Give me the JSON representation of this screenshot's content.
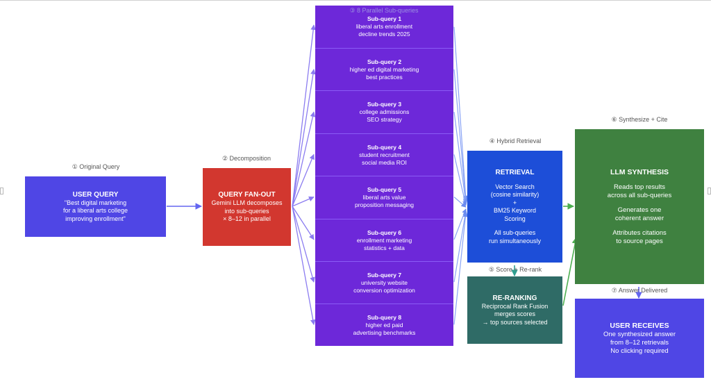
{
  "steps": {
    "s1": "① Original Query",
    "s2": "② Decomposition",
    "s3": "③ 8 Parallel Sub-queries",
    "s4": "④ Hybrid Retrieval",
    "s5": "⑤ Score + Re-rank",
    "s6": "⑥ Synthesize + Cite",
    "s7": "⑦ Answer Delivered"
  },
  "user_query": {
    "title": "USER QUERY",
    "lines": [
      "\"Best digital marketing",
      "for a liberal arts college",
      "improving enrollment\""
    ]
  },
  "fanout": {
    "title": "QUERY FAN-OUT",
    "lines": [
      "Gemini LLM decomposes",
      "into sub-queries",
      "× 8–12 in parallel"
    ]
  },
  "subqueries": [
    {
      "title": "Sub-query 1",
      "line1": "liberal arts enrollment",
      "line2": "decline trends 2025"
    },
    {
      "title": "Sub-query 2",
      "line1": "higher ed digital marketing",
      "line2": "best practices"
    },
    {
      "title": "Sub-query 3",
      "line1": "college admissions",
      "line2": "SEO strategy"
    },
    {
      "title": "Sub-query 4",
      "line1": "student recruitment",
      "line2": "social media ROI"
    },
    {
      "title": "Sub-query 5",
      "line1": "liberal arts value",
      "line2": "proposition messaging"
    },
    {
      "title": "Sub-query 6",
      "line1": "enrollment marketing",
      "line2": "statistics + data"
    },
    {
      "title": "Sub-query 7",
      "line1": "university website",
      "line2": "conversion optimization"
    },
    {
      "title": "Sub-query 8",
      "line1": "higher ed paid",
      "line2": "advertising benchmarks"
    }
  ],
  "retrieval": {
    "title": "RETRIEVAL",
    "l1": "Vector Search",
    "l2": "(cosine similarity)",
    "l3": "+",
    "l4": "BM25 Keyword",
    "l5": "Scoring",
    "l6": "All sub-queries",
    "l7": "run simultaneously"
  },
  "rerank": {
    "title": "RE-RANKING",
    "l1": "Reciprocal Rank Fusion",
    "l2": "merges scores",
    "l3": "→ top sources selected"
  },
  "synth": {
    "title": "LLM SYNTHESIS",
    "l1": "Reads top results",
    "l2": "across all sub-queries",
    "l3": "Generates one",
    "l4": "coherent answer",
    "l5": "Attributes citations",
    "l6": "to source pages"
  },
  "receives": {
    "title": "USER RECEIVES",
    "l1": "One synthesized answer",
    "l2": "from 8–12 retrievals",
    "l3": "No clicking required"
  },
  "colors": {
    "indigo": "#4f46e5",
    "red": "#d2372f",
    "purple": "#6d28d9",
    "blue": "#1d4ed8",
    "teal": "#2f6b66",
    "green": "#3f8140",
    "arrow_purple": "#8b7cf0",
    "arrow_green": "#4caf50"
  }
}
